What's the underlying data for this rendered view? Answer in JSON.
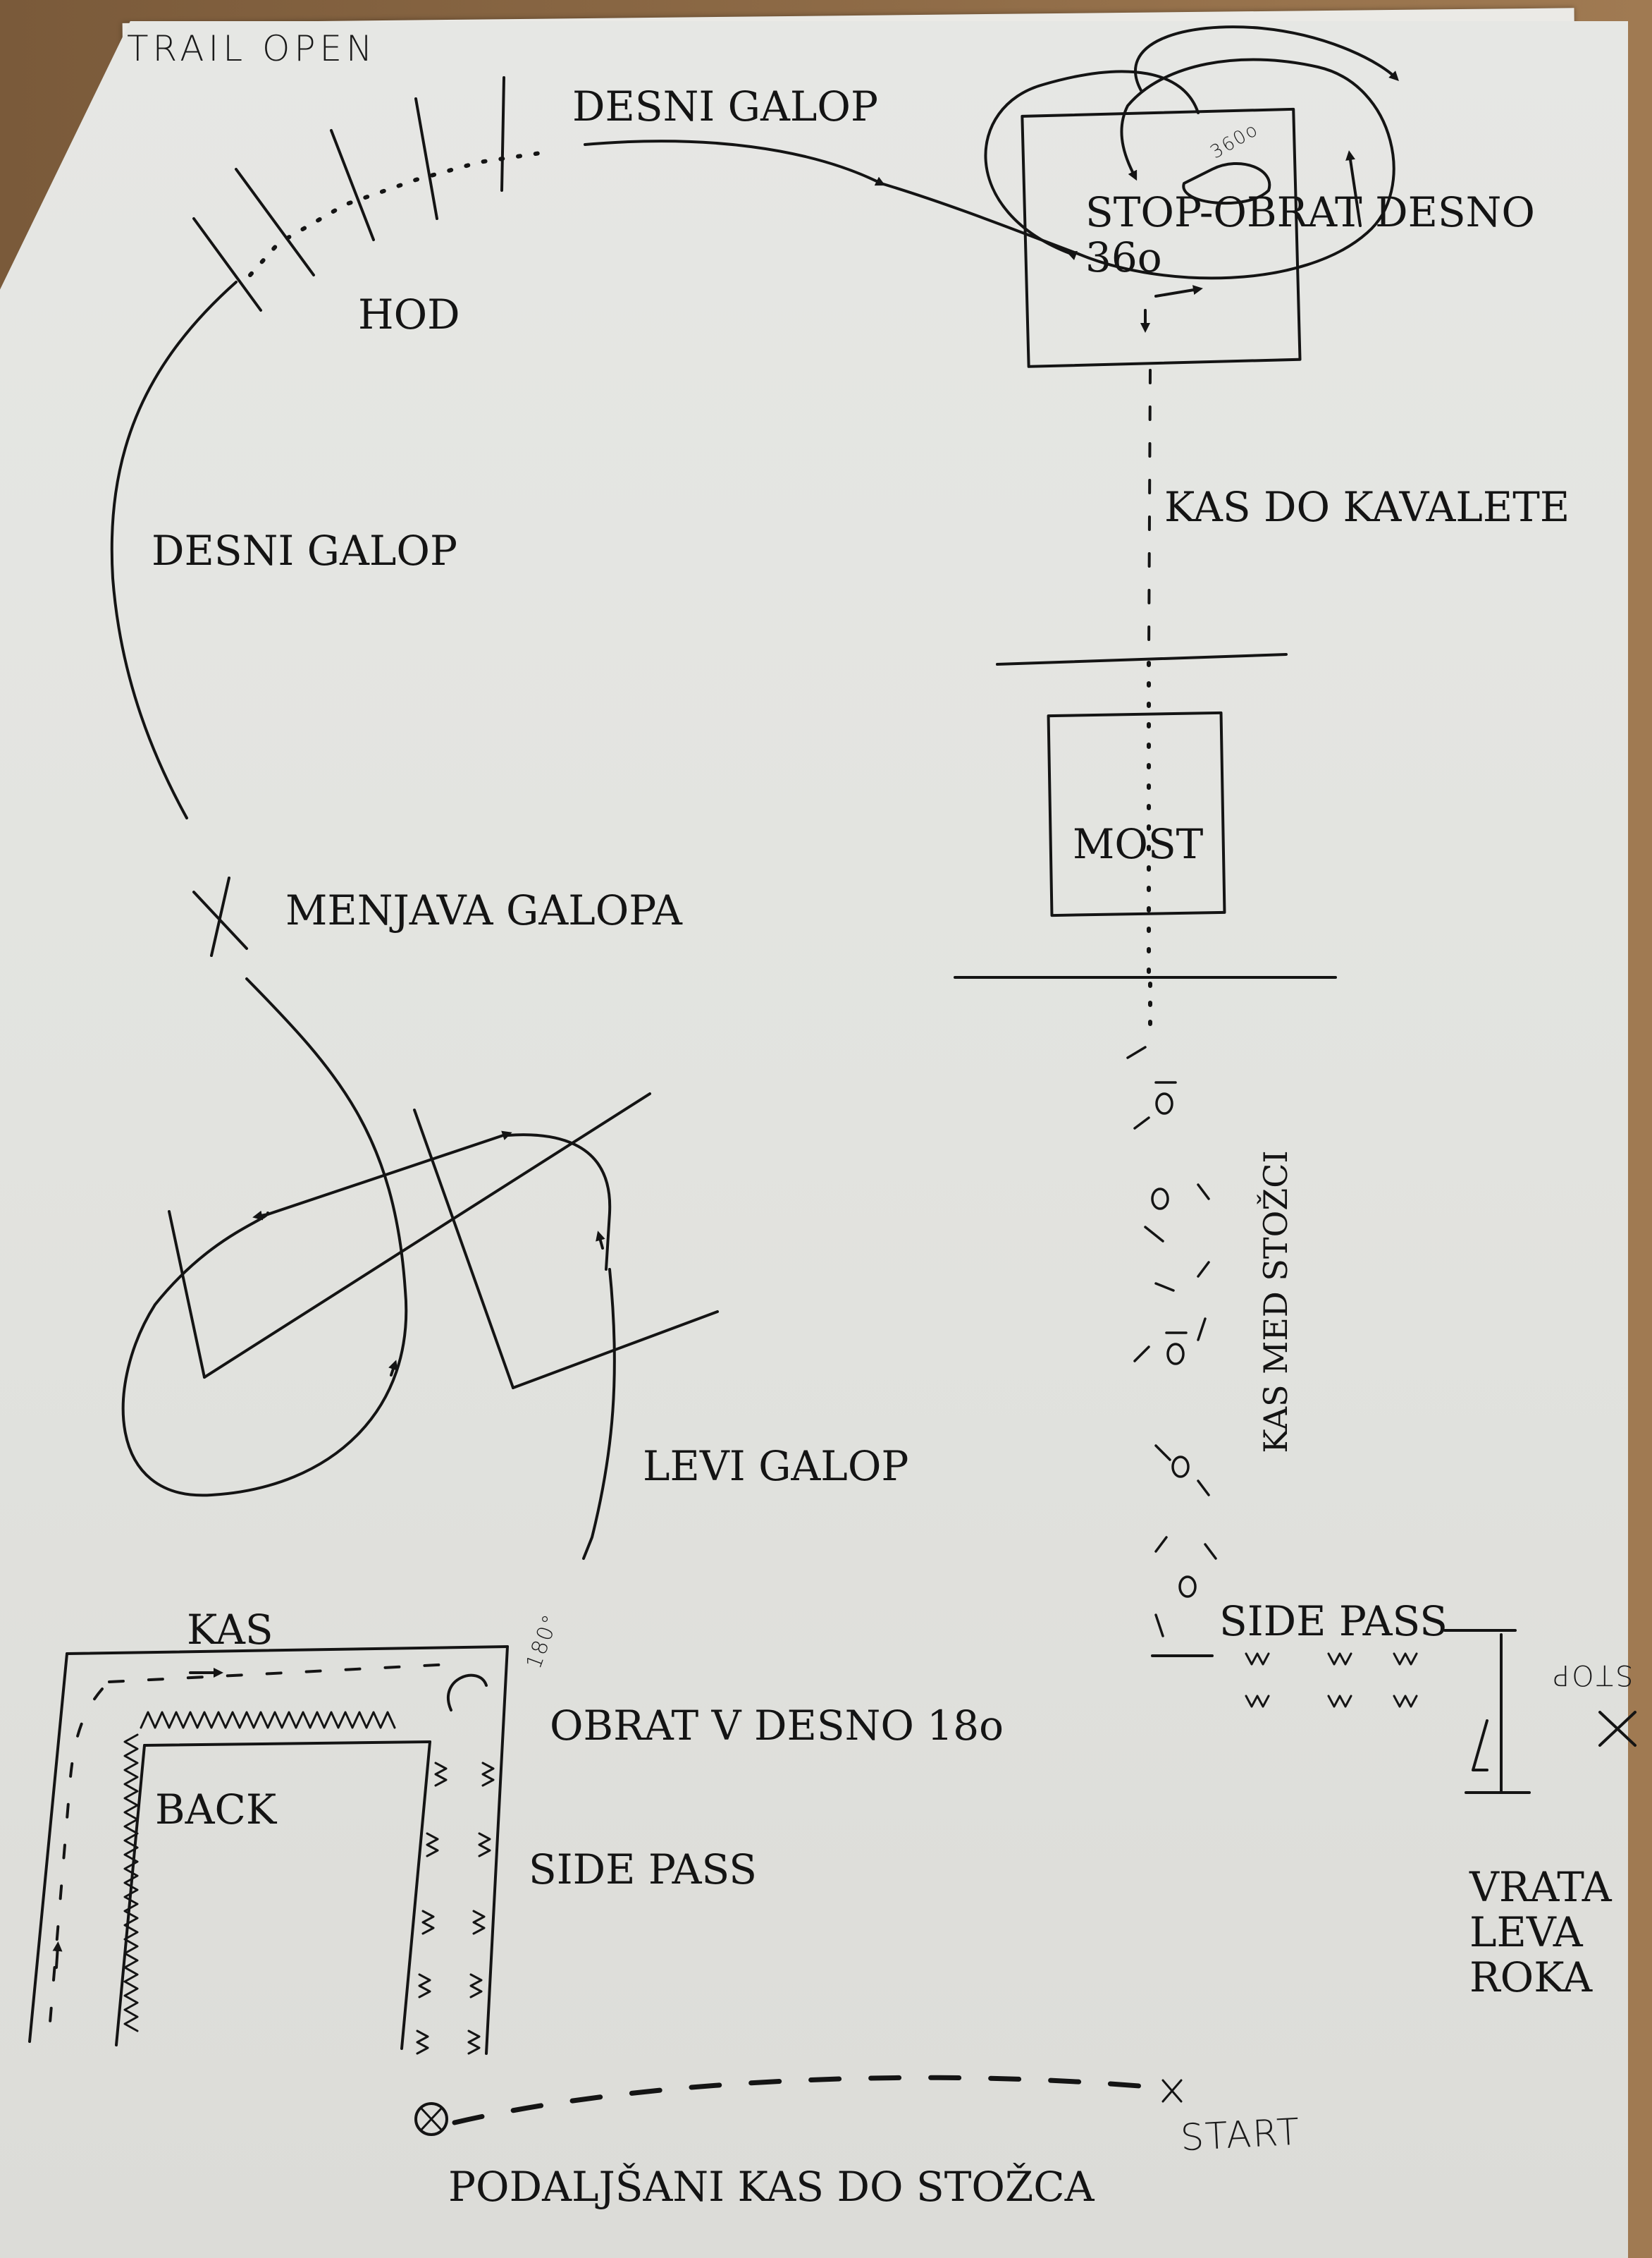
{
  "labels": {
    "trail_open": "TRAIL  OPEN",
    "desni_galop_top": "DESNI GALOP",
    "stop_obrat": "STOP-OBRAT DESNO\n36o",
    "circle_note": "360o",
    "hod": "HOD",
    "kas_do_kavalete": "KAS DO KAVALETE",
    "desni_galop_left": "DESNI GALOP",
    "most": "MOST",
    "menjava_galopa": "MENJAVA GALOPA",
    "kas_med_stozci": "KAS MED STOŽCI",
    "levi_galop": "LEVI GALOP",
    "kas": "KAS",
    "turn_note": "180°",
    "side_pass_right": "SIDE PASS",
    "stop_mirrored": "STOP",
    "obrat_v_desno": "OBRAT V DESNO 18o",
    "back": "BACK",
    "side_pass_left": "SIDE PASS",
    "vrata": "VRATA\nLEVA\nROKA",
    "start": "START",
    "podaljsani": "PODALJŠANI KAS DO STOŽCA"
  },
  "colors": {
    "ink": "#141414",
    "paper": "#e4e5e1"
  }
}
